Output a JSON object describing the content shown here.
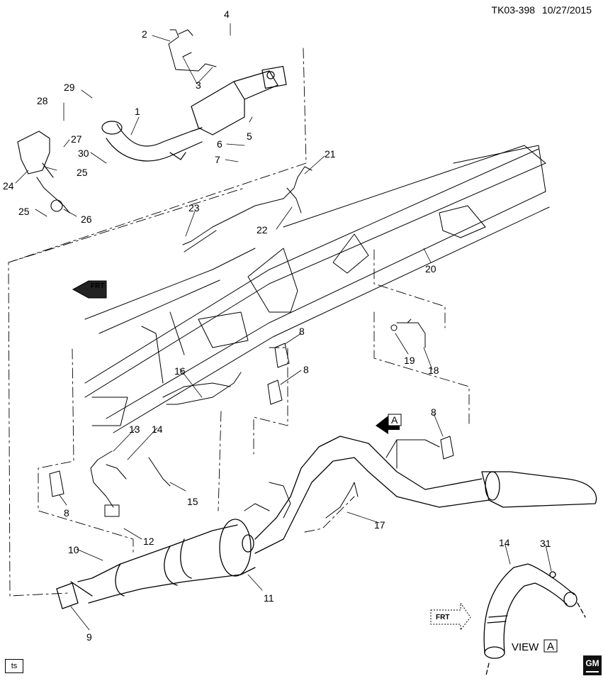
{
  "header": {
    "code": "TK03-398",
    "date": "10/27/2015"
  },
  "footer": {
    "ts_label": "ts",
    "logo": "GM"
  },
  "view": {
    "label": "VIEW",
    "letter": "A"
  },
  "arrows": {
    "frt_label": "FRT",
    "view_marker": "A"
  },
  "callouts": {
    "c1": "1",
    "c2": "2",
    "c3": "3",
    "c4": "4",
    "c5": "5",
    "c6": "6",
    "c7": "7",
    "c8a": "8",
    "c8b": "8",
    "c8c": "8",
    "c8d": "8",
    "c9": "9",
    "c10": "10",
    "c11": "11",
    "c12": "12",
    "c13": "13",
    "c14a": "14",
    "c14b": "14",
    "c15": "15",
    "c16": "16",
    "c17": "17",
    "c18": "18",
    "c19": "19",
    "c20": "20",
    "c21": "21",
    "c22": "22",
    "c23": "23",
    "c24": "24",
    "c25a": "25",
    "c25b": "25",
    "c26": "26",
    "c27": "27",
    "c28": "28",
    "c29": "29",
    "c30": "30",
    "c31": "31"
  }
}
